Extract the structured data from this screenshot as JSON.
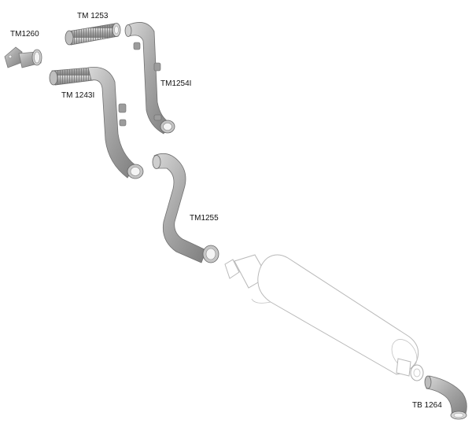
{
  "labels": {
    "tm1260": "TM1260",
    "tm1253": "TM 1253",
    "tm1243": "TM 1243I",
    "tm1254": "TM1254I",
    "tm1255": "TM1255",
    "tb1264": "TB 1264"
  },
  "colors": {
    "pipe_dark": "#7e7e7e",
    "pipe_mid": "#a9a9a9",
    "pipe_light": "#d8d8d8",
    "outline": "#b9b9b9",
    "label_text": "#111111"
  }
}
